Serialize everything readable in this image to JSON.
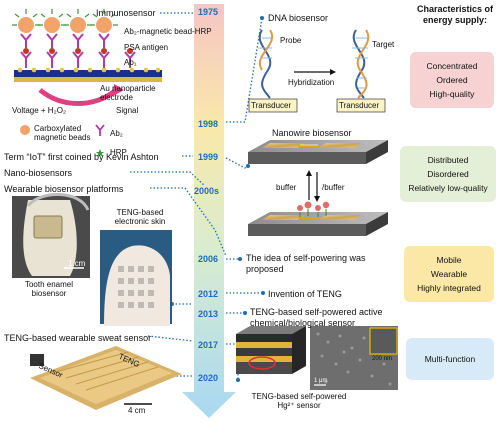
{
  "timeline": {
    "years": [
      "1975",
      "1998",
      "1999",
      "2000s",
      "2006",
      "2012",
      "2013",
      "2017",
      "2020"
    ]
  },
  "immunosensor": {
    "title": "Immunosensor",
    "ab2_bead": "Ab₂-magnetic bead-HRP",
    "psa": "PSA antigen",
    "ab1": "Ab₁",
    "electrode": "Au nanoparticle electrode",
    "voltage": "Voltage + H₂O₂",
    "signal": "Signal",
    "legend_beads": "Carboxylated magnetic beads",
    "legend_ab2": "Ab₂",
    "legend_hrp": "HRP"
  },
  "dna": {
    "title": "DNA biosensor",
    "probe": "Probe",
    "target": "Target",
    "hybridization": "Hybridization",
    "transducer_left": "Transducer",
    "transducer_right": "Transducer"
  },
  "nanowire": {
    "title": "Nanowire biosensor",
    "buffer": "buffer",
    "no_buffer": "/buffer"
  },
  "events": {
    "iot": "Term “IoT” first coined by Kevin Ashton",
    "nano": "Nano-biosensors",
    "wearable": "Wearable biosensor platforms",
    "self_powering": "The idea of self-powering was proposed",
    "teng": "Invention of TENG",
    "teng_selfpowered": "TENG-based self-powered active chemical/biological sensor",
    "sweat": "TENG-based wearable sweat sensor"
  },
  "images": {
    "tooth_caption": "Tooth enamel biosensor",
    "tooth_scale": "1 cm",
    "skin_title": "TENG-based electronic skin",
    "sweat_teng": "TENG",
    "sweat_sensor": "Sensor",
    "sweat_scale": "4 cm",
    "hg_caption": "TENG-based self-powered Hg²⁺ sensor",
    "sem_scale": "200 nm",
    "sem_scale2": "1 μm"
  },
  "energy": {
    "heading": "Characteristics of energy supply:",
    "groups": [
      {
        "lines": [
          "Concentrated",
          "Ordered",
          "High-quality"
        ],
        "color": "#f6d2d2"
      },
      {
        "lines": [
          "Distributed",
          "Disordered",
          "Relatively low-quality"
        ],
        "color": "#e3efd6"
      },
      {
        "lines": [
          "Mobile",
          "Wearable",
          "Highly integrated"
        ],
        "color": "#fbe7a6"
      },
      {
        "lines": [
          "Multi-function"
        ],
        "color": "#d6ebf7"
      }
    ]
  },
  "colors": {
    "year_text": "#1f6bb5",
    "arrow_top": "#f6c7c5",
    "arrow_bottom": "#a9d9f2",
    "dotted": "#1f6bb5"
  }
}
